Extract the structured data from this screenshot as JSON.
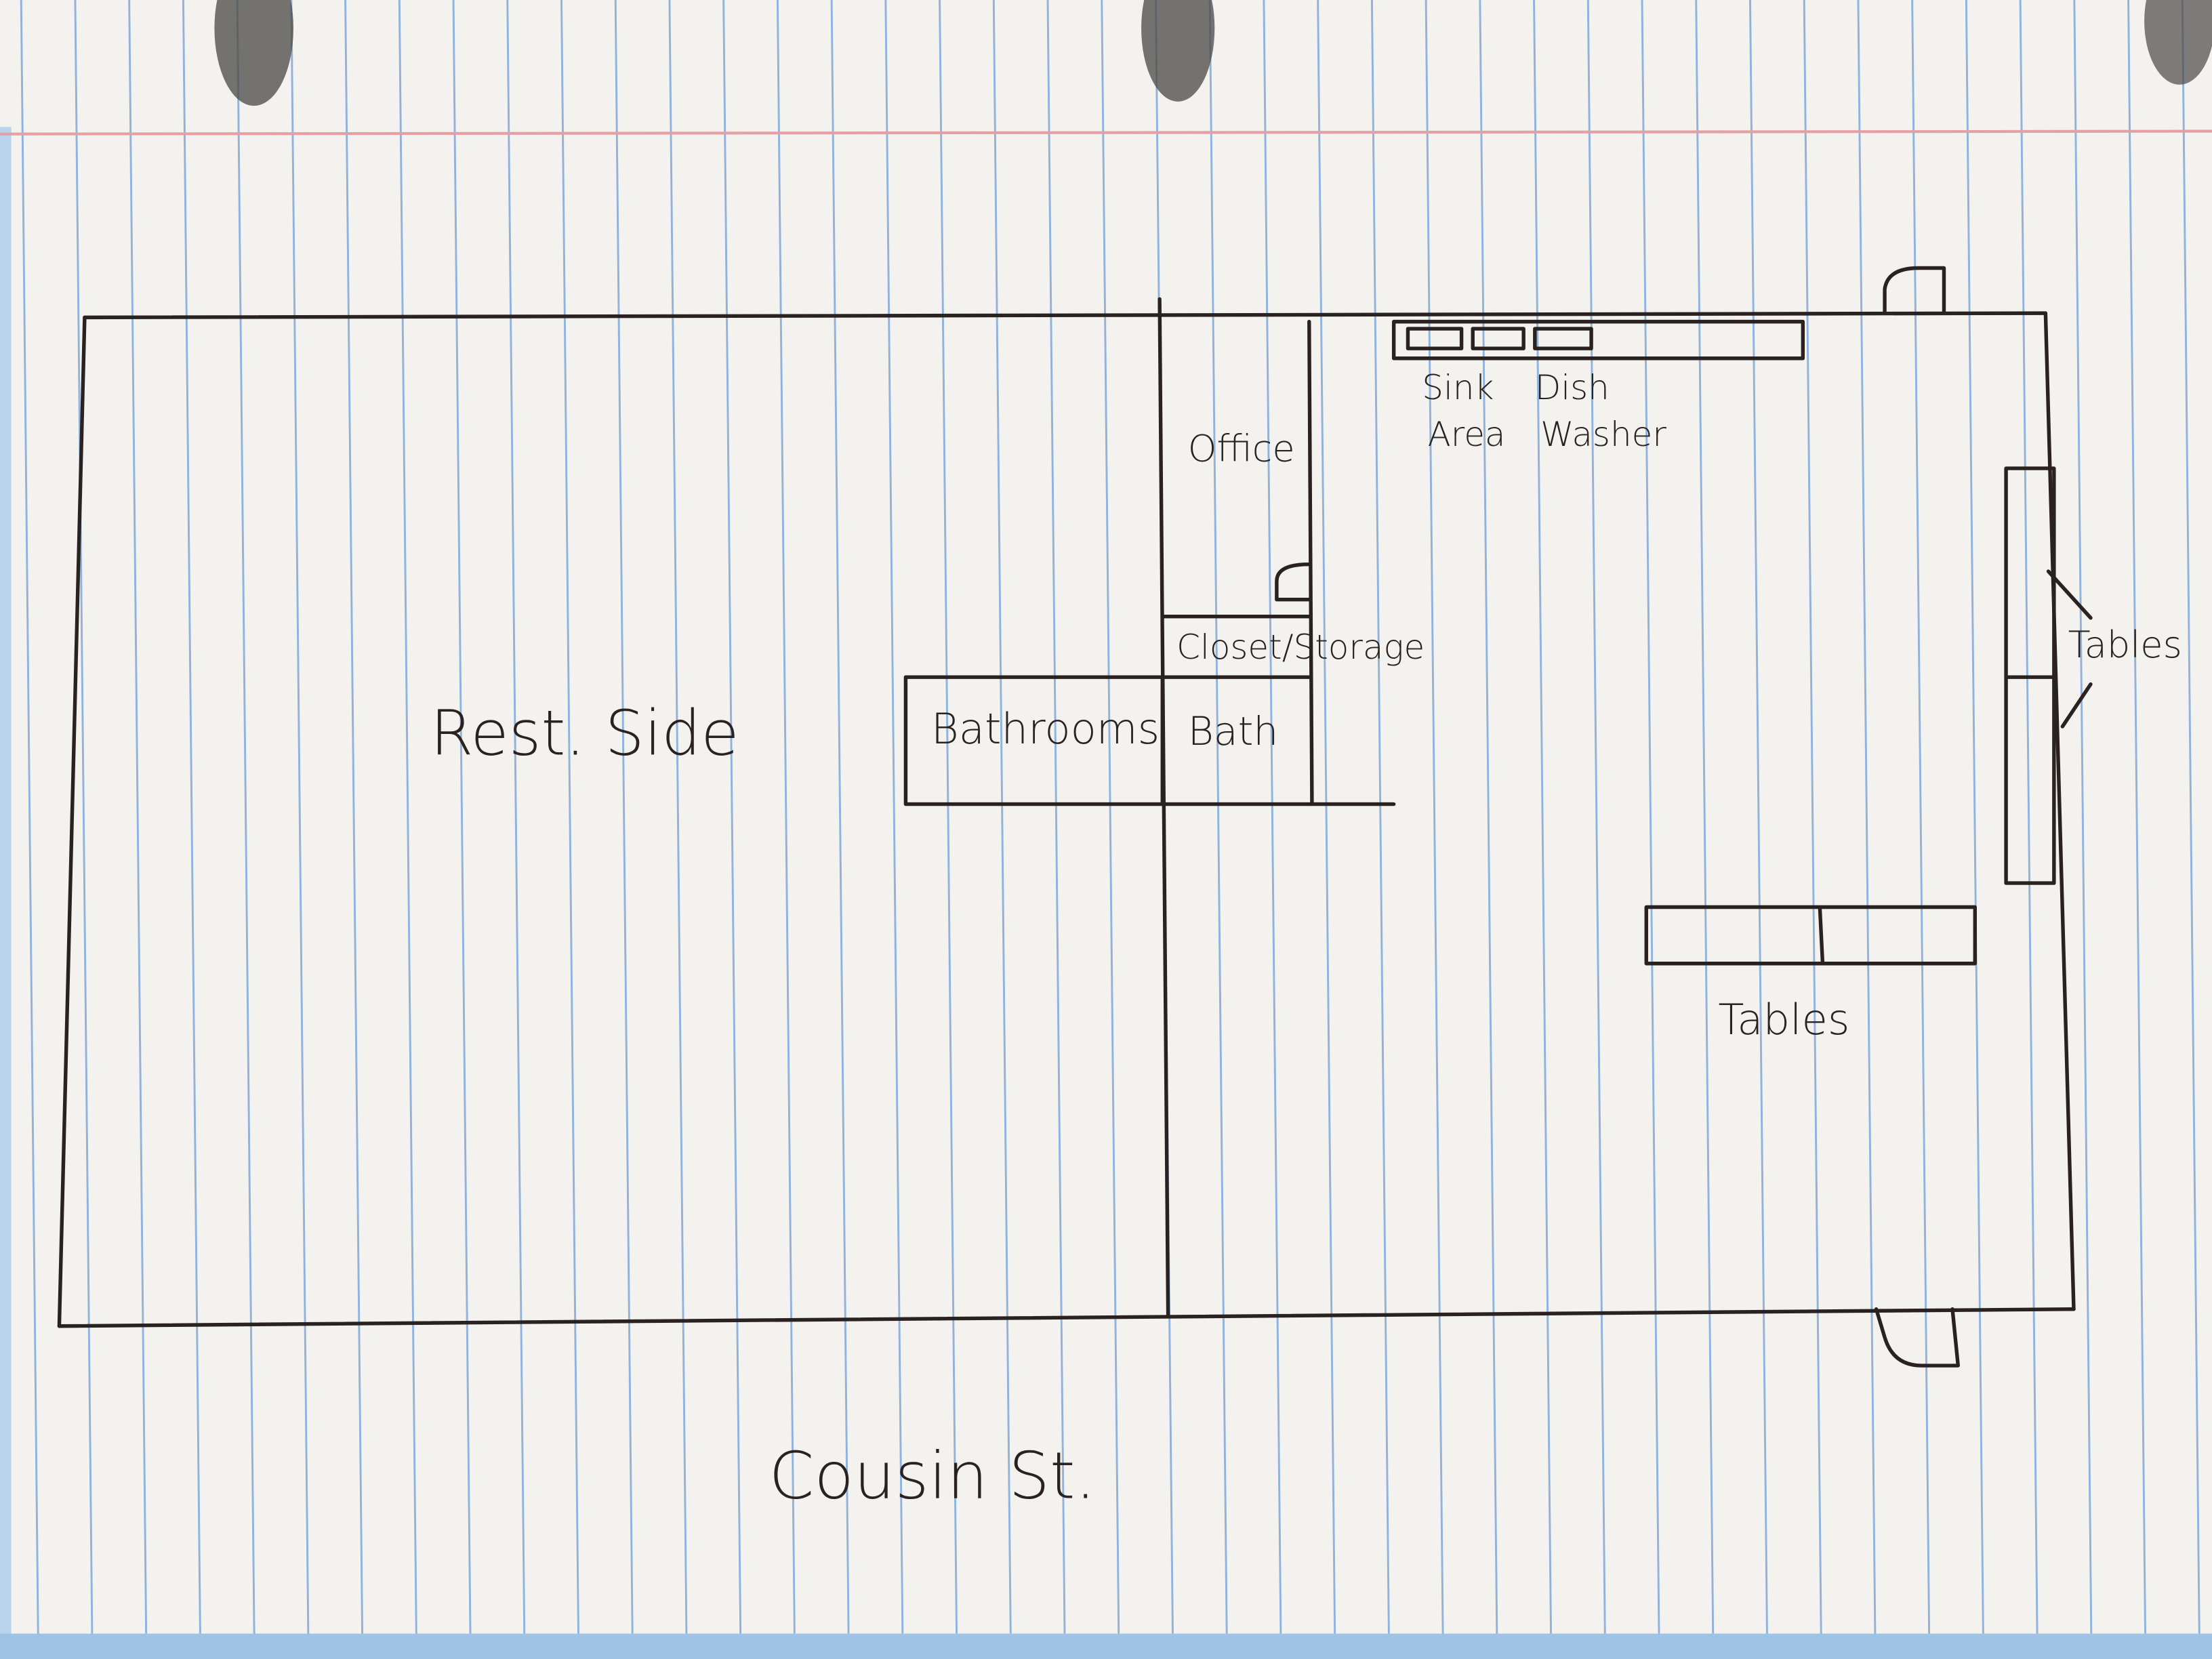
{
  "diagram": {
    "type": "hand-drawn floor plan",
    "rooms": {
      "rest_side": "Rest. Side",
      "bathrooms": "Bathrooms",
      "bath": "Bath",
      "office": "Office",
      "closet_storage": "Closet/Storage",
      "sink_area_line1": "Sink",
      "sink_area_line2": "Area",
      "dish_washer_line1": "Dish",
      "dish_washer_line2": "Washer",
      "tables_right": "Tables",
      "tables_bottom": "Tables"
    },
    "street": "Cousin St."
  },
  "colors": {
    "paper": "#f3f2ee",
    "rule_line": "#8fb3dc",
    "margin_line": "#e5a0a6",
    "ink": "#2a2220",
    "background_strip": "#9fc3e4"
  }
}
